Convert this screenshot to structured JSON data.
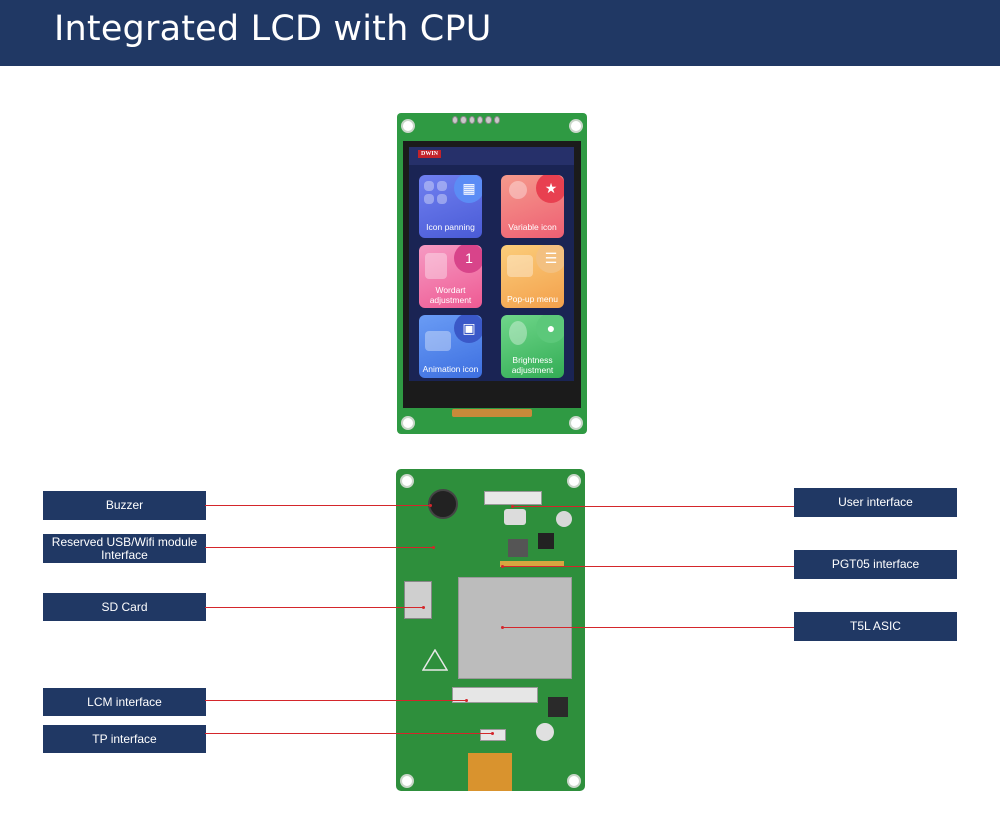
{
  "header": {
    "title": "Integrated LCD with CPU"
  },
  "screen": {
    "logo": "DWIN",
    "tiles": [
      {
        "label": "Icon panning",
        "icon": "grid-icon",
        "color": "#5b6be0"
      },
      {
        "label": "Variable icon",
        "icon": "star-icon",
        "color": "#f06a7a"
      },
      {
        "label": "Wordart adjustment",
        "icon": "number-icon",
        "badge": "1",
        "color": "#f26aa0"
      },
      {
        "label": "Pop-up menu",
        "icon": "menu-icon",
        "color": "#f5b25a"
      },
      {
        "label": "Animation icon",
        "icon": "play-icon",
        "color": "#4a7ee8"
      },
      {
        "label": "Brightness adjustment",
        "icon": "bulb-icon",
        "color": "#3dbb5c"
      }
    ]
  },
  "callouts": {
    "left": [
      {
        "label": "Buzzer"
      },
      {
        "label": "Reserved USB/Wifi module Interface"
      },
      {
        "label": "SD Card"
      },
      {
        "label": "LCM interface"
      },
      {
        "label": "TP interface"
      }
    ],
    "right": [
      {
        "label": "User interface"
      },
      {
        "label": "PGT05 interface"
      },
      {
        "label": "T5L ASIC"
      }
    ]
  },
  "colors": {
    "header": "#203864",
    "label_box": "#203864",
    "callout_line": "#d4262b",
    "pcb": "#2e8f3c"
  }
}
